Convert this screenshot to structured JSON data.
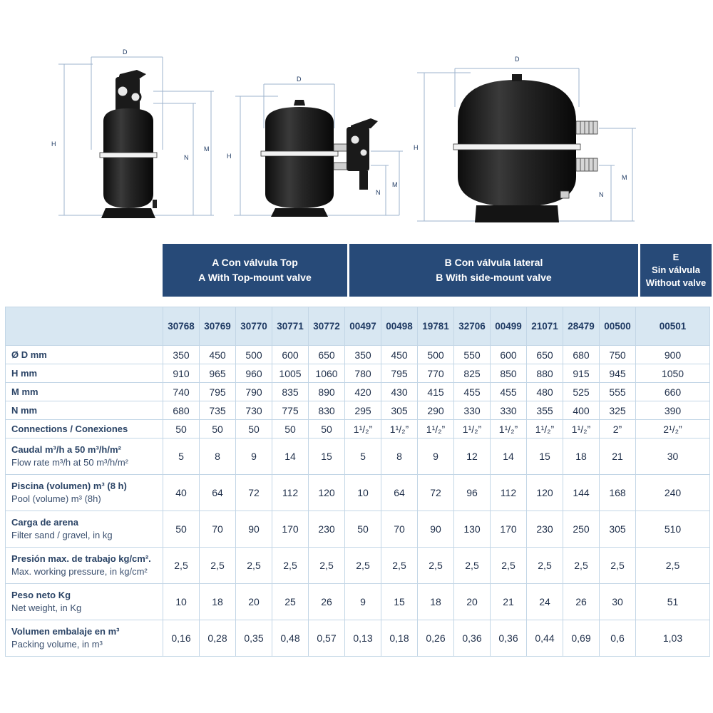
{
  "diagram": {
    "filter_a": {
      "dim_d": "D",
      "dim_h": "H",
      "dim_m": "M",
      "dim_n": "N"
    },
    "filter_b": {
      "dim_d": "D",
      "dim_h": "H",
      "dim_m": "M",
      "dim_n": "N"
    },
    "filter_e": {
      "dim_d": "D",
      "dim_h": "H",
      "dim_m": "M",
      "dim_n": "N"
    }
  },
  "groups": {
    "a": {
      "line1": "A Con válvula  Top",
      "line2": "A With Top-mount valve"
    },
    "b": {
      "line1": "B Con válvula  lateral",
      "line2": "B With side-mount valve"
    },
    "e": {
      "line1": "E",
      "line2": "Sin válvula",
      "line3": "Without valve"
    }
  },
  "table": {
    "columns": [
      "30768",
      "30769",
      "30770",
      "30771",
      "30772",
      "00497",
      "00498",
      "19781",
      "32706",
      "00499",
      "21071",
      "28479",
      "00500",
      "00501"
    ],
    "rows": [
      {
        "label1": "Ø D mm",
        "label2": "",
        "values": [
          "350",
          "450",
          "500",
          "600",
          "650",
          "350",
          "450",
          "500",
          "550",
          "600",
          "650",
          "680",
          "750",
          "900"
        ]
      },
      {
        "label1": "H mm",
        "label2": "",
        "values": [
          "910",
          "965",
          "960",
          "1005",
          "1060",
          "780",
          "795",
          "770",
          "825",
          "850",
          "880",
          "915",
          "945",
          "1050"
        ]
      },
      {
        "label1": "M mm",
        "label2": "",
        "values": [
          "740",
          "795",
          "790",
          "835",
          "890",
          "420",
          "430",
          "415",
          "455",
          "455",
          "480",
          "525",
          "555",
          "660"
        ]
      },
      {
        "label1": "N mm",
        "label2": "",
        "values": [
          "680",
          "735",
          "730",
          "775",
          "830",
          "295",
          "305",
          "290",
          "330",
          "330",
          "355",
          "400",
          "325",
          "390"
        ]
      },
      {
        "label1": "Connections / Conexiones",
        "label2": "",
        "values": [
          "50",
          "50",
          "50",
          "50",
          "50",
          "1¹/₂”",
          "1¹/₂”",
          "1¹/₂”",
          "1¹/₂”",
          "1¹/₂”",
          "1¹/₂”",
          "1¹/₂”",
          "2”",
          "2¹/₂”"
        ]
      },
      {
        "label1": "Caudal m³/h a 50 m³/h/m²",
        "label2": "Flow rate m³/h at 50 m³/h/m²",
        "values": [
          "5",
          "8",
          "9",
          "14",
          "15",
          "5",
          "8",
          "9",
          "12",
          "14",
          "15",
          "18",
          "21",
          "30"
        ]
      },
      {
        "label1": "Piscina (volumen) m³ (8 h)",
        "label2": "Pool (volume) m³ (8h)",
        "values": [
          "40",
          "64",
          "72",
          "112",
          "120",
          "10",
          "64",
          "72",
          "96",
          "112",
          "120",
          "144",
          "168",
          "240"
        ]
      },
      {
        "label1": "Carga de arena",
        "label2": "Filter sand / gravel, in kg",
        "values": [
          "50",
          "70",
          "90",
          "170",
          "230",
          "50",
          "70",
          "90",
          "130",
          "170",
          "230",
          "250",
          "305",
          "510"
        ]
      },
      {
        "label1": "Presión max. de trabajo kg/cm².",
        "label2": "Max. working pressure, in kg/cm²",
        "values": [
          "2,5",
          "2,5",
          "2,5",
          "2,5",
          "2,5",
          "2,5",
          "2,5",
          "2,5",
          "2,5",
          "2,5",
          "2,5",
          "2,5",
          "2,5",
          "2,5"
        ]
      },
      {
        "label1": "Peso neto Kg",
        "label2": "Net weight, in Kg",
        "values": [
          "10",
          "18",
          "20",
          "25",
          "26",
          "9",
          "15",
          "18",
          "20",
          "21",
          "24",
          "26",
          "30",
          "51"
        ]
      },
      {
        "label1": "Volumen embalaje en m³",
        "label2": "Packing volume, in m³",
        "values": [
          "0,16",
          "0,28",
          "0,35",
          "0,48",
          "0,57",
          "0,13",
          "0,18",
          "0,26",
          "0,36",
          "0,36",
          "0,44",
          "0,69",
          "0,6",
          "1,03"
        ]
      }
    ]
  }
}
